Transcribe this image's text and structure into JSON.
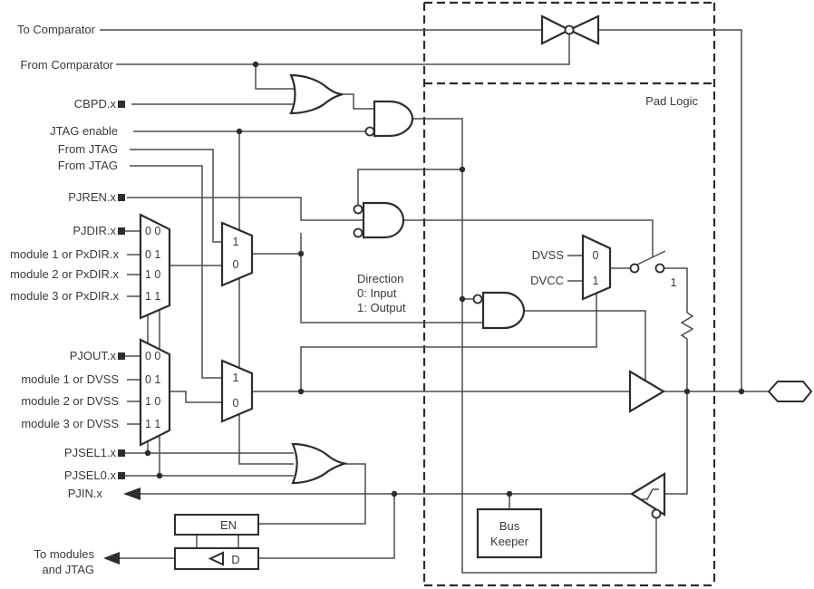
{
  "diagram": {
    "region_label": "Pad Logic",
    "left_signals": {
      "to_comparator": "To Comparator",
      "from_comparator": "From Comparator",
      "cbpd": "CBPD.x",
      "jtag_enable": "JTAG enable",
      "from_jtag_1": "From JTAG",
      "from_jtag_2": "From JTAG",
      "pjren": "PJREN.x",
      "pjdir": "PJDIR.x",
      "module1_dir": "module 1 or PxDIR.x",
      "module2_dir": "module 2 or PxDIR.x",
      "module3_dir": "module 3 or PxDIR.x",
      "pjout": "PJOUT.x",
      "module1_out": "module 1 or DVSS",
      "module2_out": "module 2 or DVSS",
      "module3_out": "module 3 or DVSS",
      "pjsel1": "PJSEL1.x",
      "pjsel0": "PJSEL0.x",
      "pjin": "PJIN.x",
      "to_modules_line1": "To modules",
      "to_modules_line2": "and JTAG"
    },
    "dir_mux_rows": [
      "0 0",
      "0 1",
      "1 0",
      "1 1"
    ],
    "out_mux_rows": [
      "0 0",
      "0 1",
      "1 0",
      "1 1"
    ],
    "override_dir_mux": {
      "one": "1",
      "zero": "0"
    },
    "override_out_mux": {
      "one": "1",
      "zero": "0"
    },
    "direction_note": {
      "line1": "Direction",
      "line2": "0: Input",
      "line3": "1: Output"
    },
    "pull_mux": {
      "dvss": "DVSS",
      "dvcc": "DVCC",
      "zero": "0",
      "one": "1"
    },
    "switch_label": "1",
    "latch": {
      "en": "EN",
      "d": "D"
    },
    "bus_keeper": {
      "line1": "Bus",
      "line2": "Keeper"
    },
    "colors": {
      "line": "#4d4d52",
      "shape": "#2d2d30",
      "text": "#3a3a3c",
      "background": "#ffffff"
    }
  }
}
